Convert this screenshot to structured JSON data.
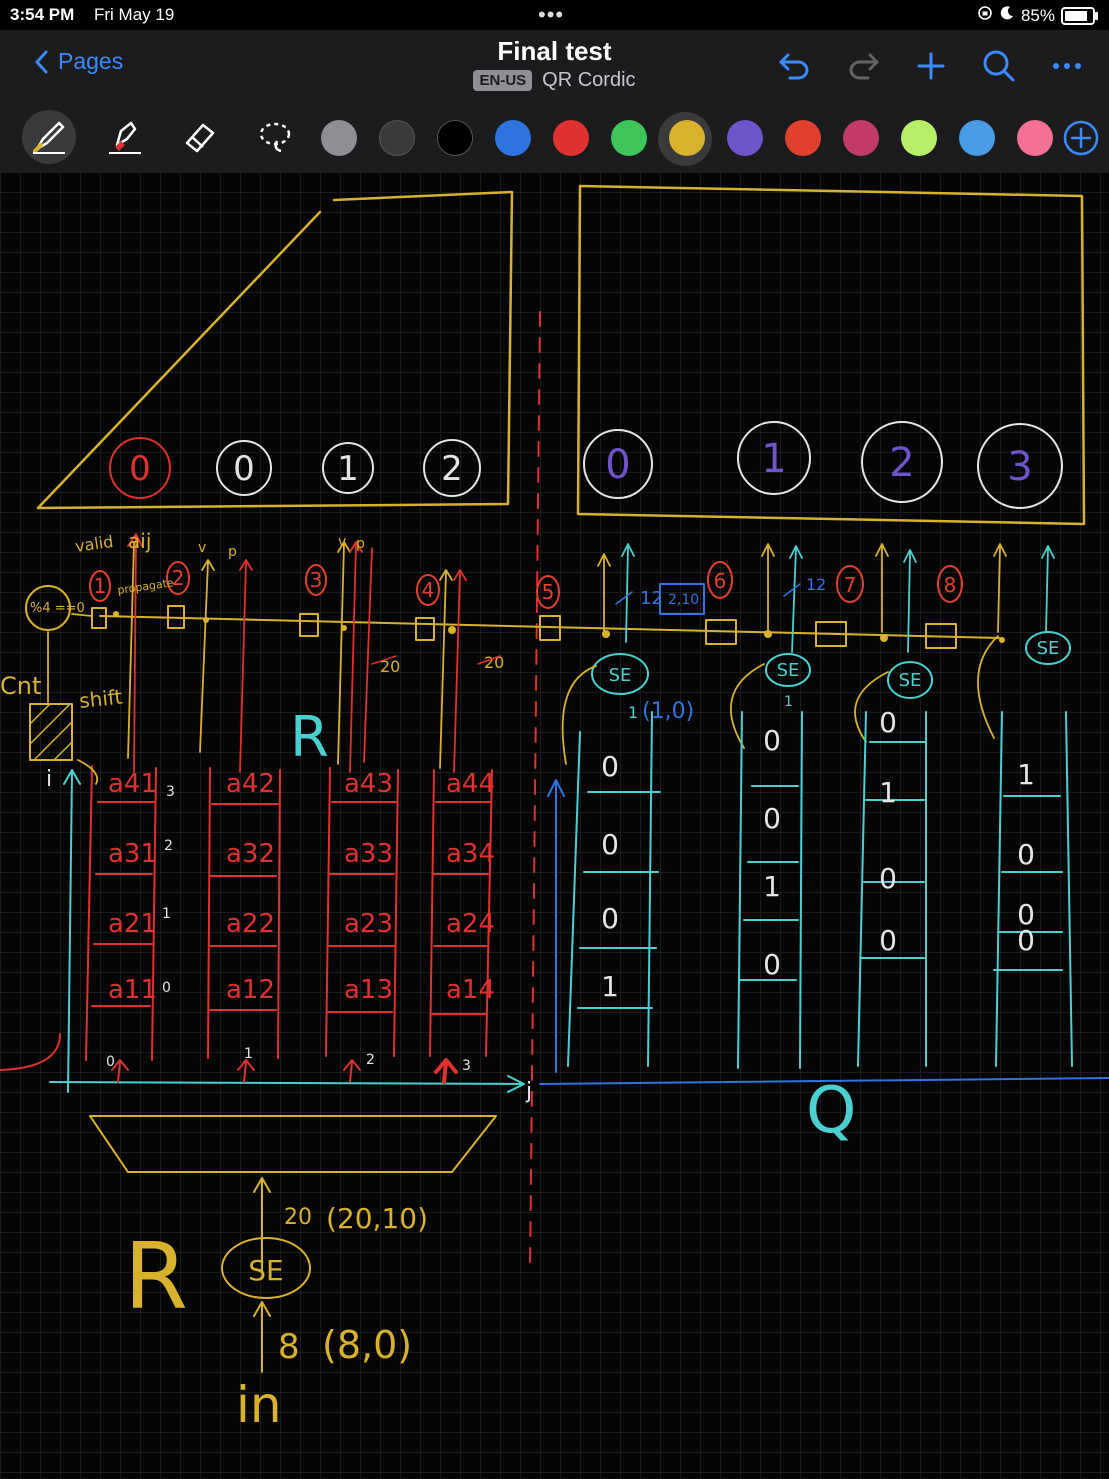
{
  "status": {
    "time": "3:54 PM",
    "date": "Fri May 19",
    "battery": "85%",
    "battery_level": 0.85
  },
  "nav": {
    "back_label": "Pages",
    "title": "Final test",
    "lang": "EN-US",
    "subtitle": "QR Cordic"
  },
  "colors": {
    "accent": "#3a8bff",
    "swatches": [
      "#8e8e93",
      "#3a3a3c",
      "#000000",
      "#2f74e0",
      "#e03030",
      "#3fc55a",
      "#d8b22c",
      "#6f55cc",
      "#e2402e",
      "#c23a66",
      "#b7ee66",
      "#4a9be6",
      "#f27194"
    ]
  },
  "sketch": {
    "left_nums": [
      "0",
      "0",
      "1",
      "2"
    ],
    "right_nums": [
      "0",
      "1",
      "2",
      "3"
    ],
    "stage_labels": [
      "1",
      "2",
      "3",
      "4",
      "5",
      "6",
      "7",
      "8"
    ],
    "r_cells": [
      [
        "a41",
        "a31",
        "a21",
        "a11"
      ],
      [
        "a42",
        "a32",
        "a22",
        "a12"
      ],
      [
        "a43",
        "a33",
        "a23",
        "a13"
      ],
      [
        "a44",
        "a34",
        "a24",
        "a14"
      ]
    ],
    "row_idx": [
      "3",
      "2",
      "1",
      "0"
    ],
    "col_idx": [
      "0",
      "1",
      "2",
      "3"
    ],
    "q_cols": [
      [
        "0",
        "0",
        "0",
        "1"
      ],
      [
        "0",
        "0",
        "1",
        "0"
      ],
      [
        "0",
        "1",
        "0",
        "0"
      ],
      [
        "1",
        "0",
        "0",
        "0"
      ]
    ],
    "labels": {
      "valid": "valid",
      "aij": "aij",
      "propagate": "propagate",
      "mod": "%4 ==0",
      "cnt": "Cnt",
      "shift": "shift",
      "v1": "v",
      "p1": "p",
      "v2": "v",
      "p2": "p",
      "w20a": "20",
      "w20b": "20",
      "R_big": "R",
      "R_bottom": "R",
      "Q_big": "Q",
      "i_axis": "i",
      "j_axis": "j",
      "w12a": "12",
      "w12b": "12",
      "fmt_2_10": "2,10",
      "w1": "1",
      "fmt_1_0": "(1,0)",
      "w1b": "1",
      "w20in": "20",
      "fmt_20_10": "(20,10)",
      "w8": "8",
      "fmt_8_0": "(8,0)",
      "in": "in",
      "se": "SE"
    }
  }
}
